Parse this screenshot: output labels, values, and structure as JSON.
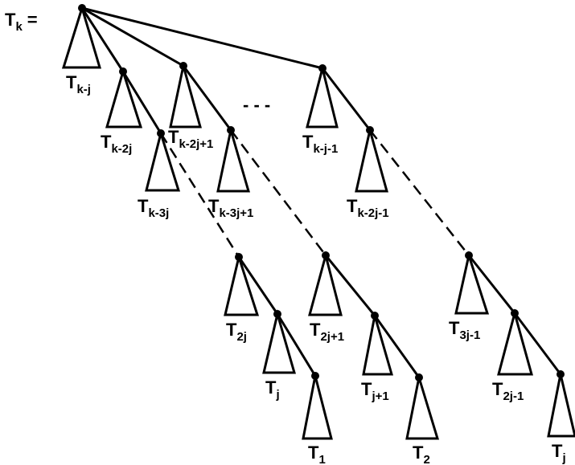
{
  "diagram": {
    "root_label": "T",
    "root_sub": "k",
    "equals": "=",
    "ellipsis": "- - -",
    "subtrees": [
      {
        "id": "t1",
        "main": "T",
        "sub": "k-j"
      },
      {
        "id": "t2",
        "main": "T",
        "sub": "k-2j"
      },
      {
        "id": "t3",
        "main": "T",
        "sub": "k-2j+1"
      },
      {
        "id": "t4",
        "main": "T",
        "sub": "k-j-1"
      },
      {
        "id": "t5",
        "main": "T",
        "sub": "k-3j"
      },
      {
        "id": "t6",
        "main": "T",
        "sub": "k-3j+1"
      },
      {
        "id": "t7",
        "main": "T",
        "sub": "k-2j-1"
      },
      {
        "id": "t8",
        "main": "T",
        "sub": "2j"
      },
      {
        "id": "t9",
        "main": "T",
        "sub": "2j+1"
      },
      {
        "id": "t10",
        "main": "T",
        "sub": "3j-1"
      },
      {
        "id": "t11",
        "main": "T",
        "sub": "j"
      },
      {
        "id": "t12",
        "main": "T",
        "sub": "j+1"
      },
      {
        "id": "t13",
        "main": "T",
        "sub": "2j-1"
      },
      {
        "id": "t14",
        "main": "T",
        "sub": "1"
      },
      {
        "id": "t15",
        "main": "T",
        "sub": "2"
      },
      {
        "id": "t16",
        "main": "T",
        "sub": "j"
      }
    ]
  }
}
